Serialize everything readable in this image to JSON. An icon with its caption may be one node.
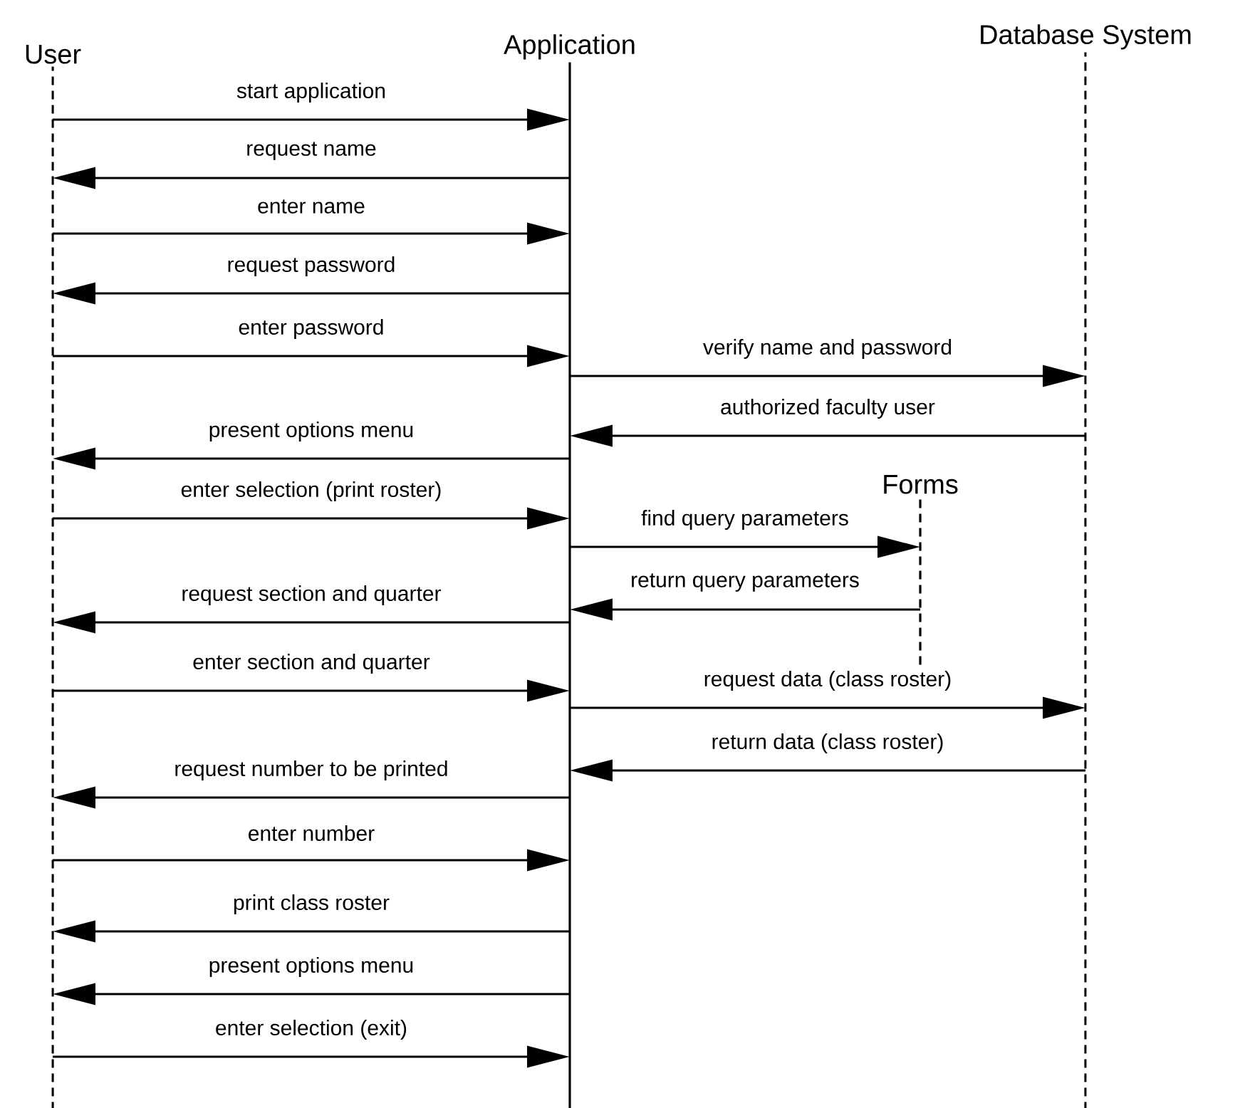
{
  "diagram": {
    "nodes": [
      {
        "text": [
          "User"
        ]
      },
      {
        "text": [
          "Application"
        ]
      },
      {
        "text": [
          "Database System"
        ]
      },
      {
        "text": [
          "Forms"
        ]
      }
    ],
    "edges": [
      {
        "from": 0,
        "to": 1,
        "arrow": "to",
        "label": "start application"
      },
      {
        "from": 1,
        "to": 0,
        "arrow": "to",
        "label": "request name"
      },
      {
        "from": 0,
        "to": 1,
        "arrow": "to",
        "label": "enter name"
      },
      {
        "from": 1,
        "to": 0,
        "arrow": "to",
        "label": "request password"
      },
      {
        "from": 0,
        "to": 1,
        "arrow": "to",
        "label": "enter password"
      },
      {
        "from": 1,
        "to": 2,
        "arrow": "to",
        "label": "verify name and password"
      },
      {
        "from": 2,
        "to": 1,
        "arrow": "to",
        "label": "authorized faculty user"
      },
      {
        "from": 1,
        "to": 0,
        "arrow": "to",
        "label": "present options menu"
      },
      {
        "from": 0,
        "to": 1,
        "arrow": "to",
        "label": "enter selection (print roster)"
      },
      {
        "from": 1,
        "to": 3,
        "arrow": "to",
        "label": "find query parameters"
      },
      {
        "from": 3,
        "to": 1,
        "arrow": "to",
        "label": "return query parameters"
      },
      {
        "from": 1,
        "to": 0,
        "arrow": "to",
        "label": "request section and quarter"
      },
      {
        "from": 0,
        "to": 1,
        "arrow": "to",
        "label": "enter section and quarter"
      },
      {
        "from": 1,
        "to": 2,
        "arrow": "to",
        "label": "request data (class roster)"
      },
      {
        "from": 2,
        "to": 1,
        "arrow": "to",
        "label": "return data (class roster)"
      },
      {
        "from": 1,
        "to": 0,
        "arrow": "to",
        "label": "request number to be printed"
      },
      {
        "from": 0,
        "to": 1,
        "arrow": "to",
        "label": "enter number"
      },
      {
        "from": 1,
        "to": 0,
        "arrow": "to",
        "label": "print class roster"
      },
      {
        "from": 1,
        "to": 0,
        "arrow": "to",
        "label": "present options menu"
      },
      {
        "from": 0,
        "to": 1,
        "arrow": "to",
        "label": "enter selection (exit)"
      }
    ]
  }
}
